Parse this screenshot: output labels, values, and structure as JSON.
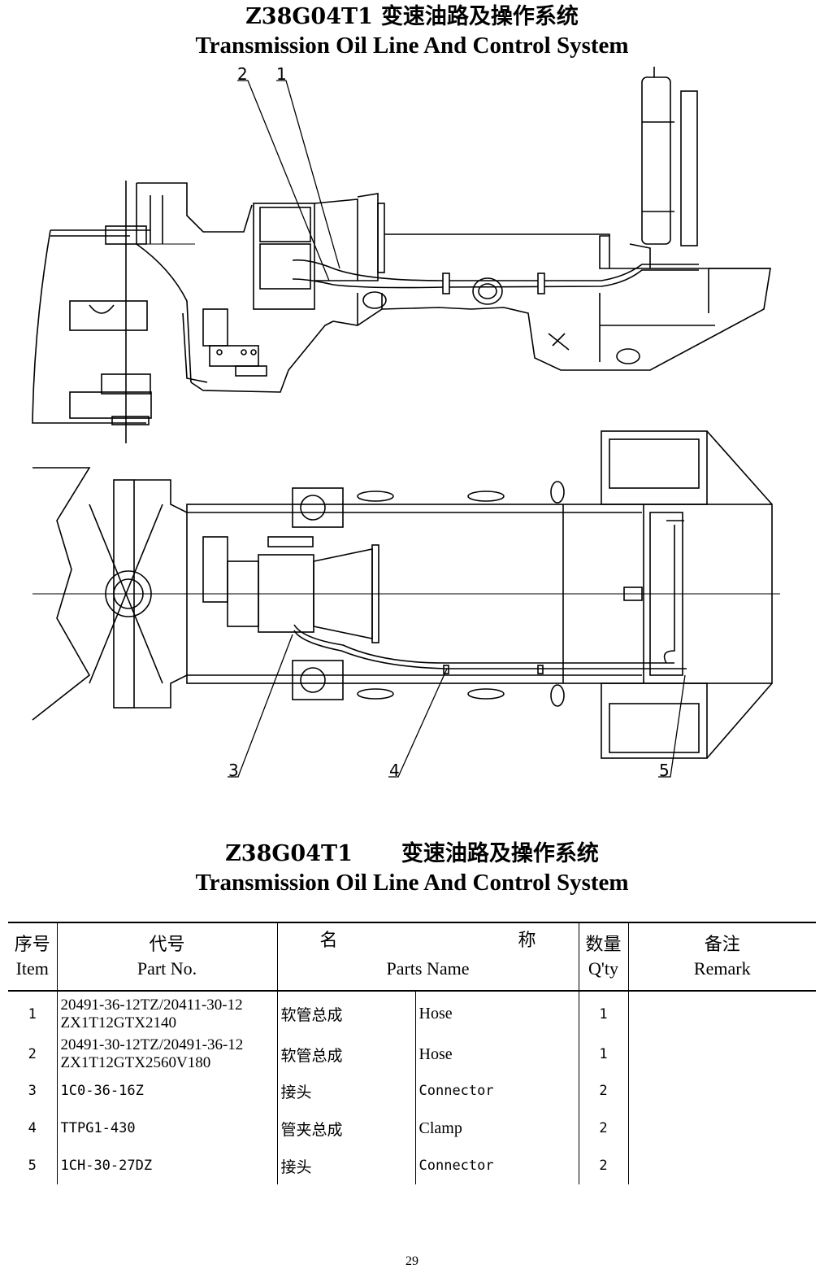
{
  "header": {
    "code": "Z38G04T1",
    "title_cn": "变速油路及操作系统",
    "title_en": "Transmission Oil Line And Control System"
  },
  "drawing": {
    "callouts": [
      "1",
      "2",
      "3",
      "4",
      "5"
    ]
  },
  "table": {
    "title_code": "Z38G04T1",
    "title_cn": "变速油路及操作系统",
    "title_en": "Transmission Oil Line And Control System",
    "headers": {
      "item_cn": "序号",
      "item_en": "Item",
      "partno_cn": "代号",
      "partno_en": "Part No.",
      "name_cn_1": "名",
      "name_cn_2": "称",
      "name_en": "Parts Name",
      "qty_cn": "数量",
      "qty_en": "Q'ty",
      "remark_cn": "备注",
      "remark_en": "Remark"
    },
    "rows": [
      {
        "item": "1",
        "part_no_1": "20491-36-12TZ/20411-30-12",
        "part_no_2": "ZX1T12GTX2140",
        "name_cn": "软管总成",
        "name_en": "Hose",
        "qty": "1",
        "remark": ""
      },
      {
        "item": "2",
        "part_no_1": "20491-30-12TZ/20491-36-12",
        "part_no_2": "ZX1T12GTX2560V180",
        "name_cn": "软管总成",
        "name_en": "Hose",
        "qty": "1",
        "remark": ""
      },
      {
        "item": "3",
        "part_no_1": "1C0-36-16Z",
        "part_no_2": "",
        "name_cn": "接头",
        "name_en": "Connector",
        "qty": "2",
        "remark": ""
      },
      {
        "item": "4",
        "part_no_1": "TTPG1-430",
        "part_no_2": "",
        "name_cn": "管夹总成",
        "name_en": "Clamp",
        "qty": "2",
        "remark": ""
      },
      {
        "item": "5",
        "part_no_1": "1CH-30-27DZ",
        "part_no_2": "",
        "name_cn": "接头",
        "name_en": "Connector",
        "qty": "2",
        "remark": ""
      }
    ]
  },
  "page_number": "29"
}
